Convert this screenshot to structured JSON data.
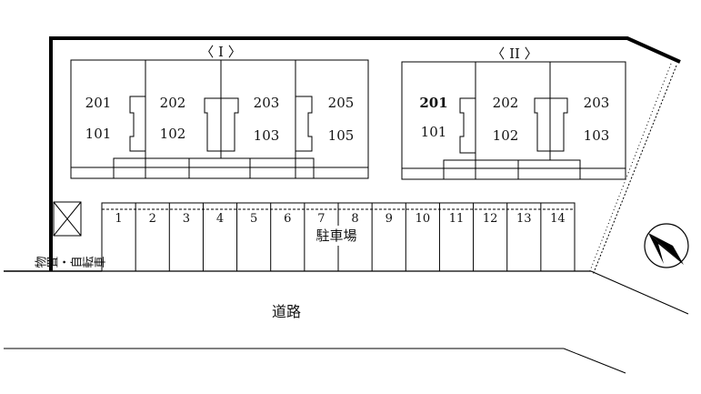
{
  "building_1": {
    "label": "〈 I 〉",
    "units": [
      {
        "upper": "201",
        "lower": "101"
      },
      {
        "upper": "202",
        "lower": "102"
      },
      {
        "upper": "203",
        "lower": "103"
      },
      {
        "upper": "205",
        "lower": "105"
      }
    ]
  },
  "building_2": {
    "label": "〈 II 〉",
    "units": [
      {
        "upper": "201",
        "lower": "101"
      },
      {
        "upper": "202",
        "lower": "102"
      },
      {
        "upper": "203",
        "lower": "103"
      }
    ]
  },
  "parking": {
    "label": "駐車場",
    "spaces": [
      "1",
      "2",
      "3",
      "4",
      "5",
      "6",
      "7",
      "8",
      "9",
      "10",
      "11",
      "12",
      "13",
      "14"
    ]
  },
  "side_label": "物置・自転車",
  "road_label": "道路",
  "compass": "north-arrow-icon"
}
